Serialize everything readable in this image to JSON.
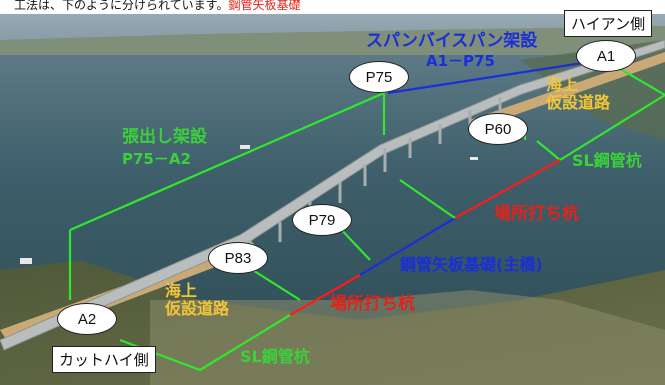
{
  "header": {
    "caption_prefix": "工法は、下のように分けられています。",
    "caption_highlight": "鋼管矢板基礎",
    "colors": {
      "prefix": "#111111",
      "highlight": "#e2231a"
    }
  },
  "ends": {
    "hai_an": "ハイアン側",
    "cat_hai": "カットハイ側"
  },
  "piers": {
    "a1": "A1",
    "p75": "P75",
    "p60": "P60",
    "p79": "P79",
    "p83": "P83",
    "a2": "A2"
  },
  "annotations": {
    "span_by_span": "スパンバイスパン架設",
    "span_by_span_range": "A1－P75",
    "cantilever": "張出し架設",
    "cantilever_range": "P75－A2",
    "temp_road_right": "海上\n仮設道路",
    "temp_road_left": "海上\n仮設道路",
    "sl_pipe_right": "SL鋼管杭",
    "sl_pipe_left": "SL鋼管杭",
    "cast_in_place_upper": "場所打ち杭",
    "cast_in_place_lower": "場所打ち杭",
    "sheet_pile": "鋼管矢板基礎(主橋)"
  },
  "colors": {
    "blue": "#1a2fd6",
    "green": "#3ad13a",
    "red": "#e2231a",
    "yellow": "#f2c53a",
    "line_green": "#2ee82e",
    "line_red": "#ff1a1a",
    "line_blue": "#1a2fd6"
  }
}
